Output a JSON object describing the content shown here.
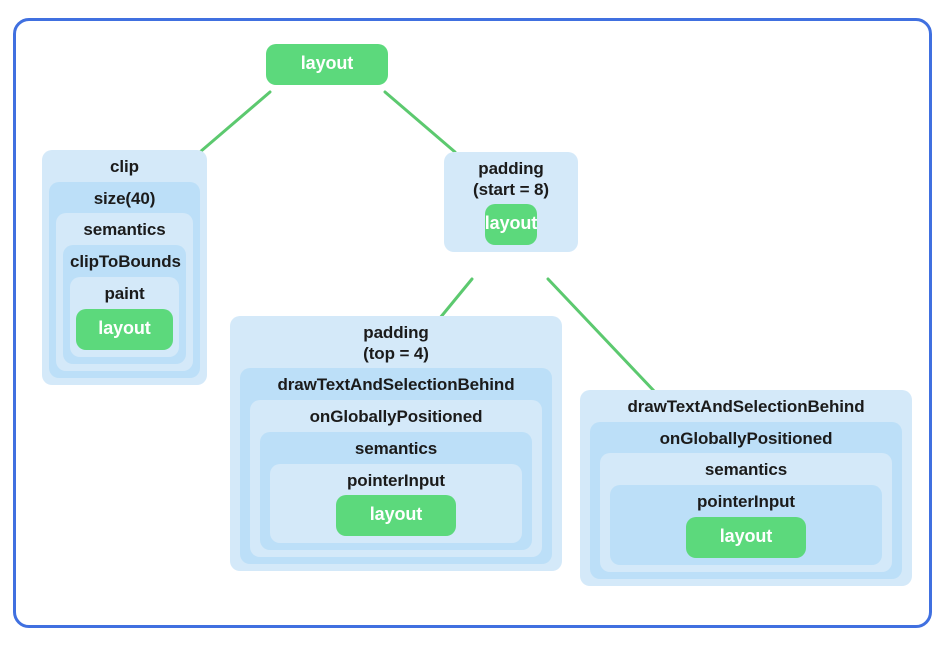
{
  "diagram": {
    "type": "modifier-node-tree",
    "title": "Compose layout node tree",
    "colors": {
      "frame_border": "#4070e0",
      "leaf_green": "#5cd97c",
      "box_light": "#d4e9f9",
      "box_dark": "#bcdff8",
      "edge_green": "#5cc96f",
      "text": "#1b1b1b",
      "leaf_text": "#ffffff",
      "background": "#ffffff"
    },
    "root": {
      "label": "layout"
    },
    "clip_stack": {
      "levels": [
        {
          "label": "clip"
        },
        {
          "label": "size(40)"
        },
        {
          "label": "semantics"
        },
        {
          "label": "clipToBounds"
        },
        {
          "label": "paint"
        }
      ],
      "leaf": "layout"
    },
    "padding_start_stack": {
      "levels": [
        {
          "label": "padding\n(start = 8)"
        }
      ],
      "leaf": "layout"
    },
    "padding_top_stack": {
      "levels": [
        {
          "label": "padding\n(top = 4)"
        },
        {
          "label": "drawTextAndSelectionBehind"
        },
        {
          "label": "onGloballyPositioned"
        },
        {
          "label": "semantics"
        },
        {
          "label": "pointerInput"
        }
      ],
      "leaf": "layout"
    },
    "draw_right_stack": {
      "levels": [
        {
          "label": "drawTextAndSelectionBehind"
        },
        {
          "label": "onGloballyPositioned"
        },
        {
          "label": "semantics"
        },
        {
          "label": "pointerInput"
        }
      ],
      "leaf": "layout"
    },
    "edges": [
      {
        "from": "root",
        "to": "clip-stack"
      },
      {
        "from": "root",
        "to": "padding-start-stack"
      },
      {
        "from": "padding-start-stack",
        "to": "padding-top-stack"
      },
      {
        "from": "padding-start-stack",
        "to": "draw-right-stack"
      }
    ]
  }
}
